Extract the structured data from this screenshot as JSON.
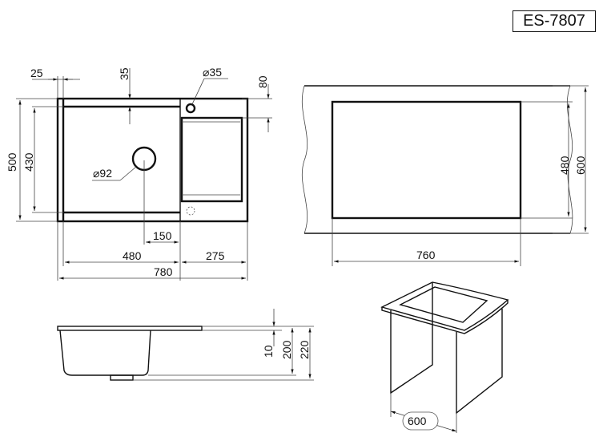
{
  "title": "ES-7807",
  "top_view": {
    "dim_25": "25",
    "dim_35": "35",
    "dim_dia35": "⌀35",
    "dim_80": "80",
    "dim_500": "500",
    "dim_430": "430",
    "dim_dia92": "⌀92",
    "dim_150": "150",
    "dim_480": "480",
    "dim_275": "275",
    "dim_780": "780"
  },
  "cutout_view": {
    "dim_480": "480",
    "dim_600": "600",
    "dim_760": "760"
  },
  "side_view": {
    "dim_10": "10",
    "dim_200": "200",
    "dim_220": "220"
  },
  "cabinet_view": {
    "dim_600": "600"
  }
}
